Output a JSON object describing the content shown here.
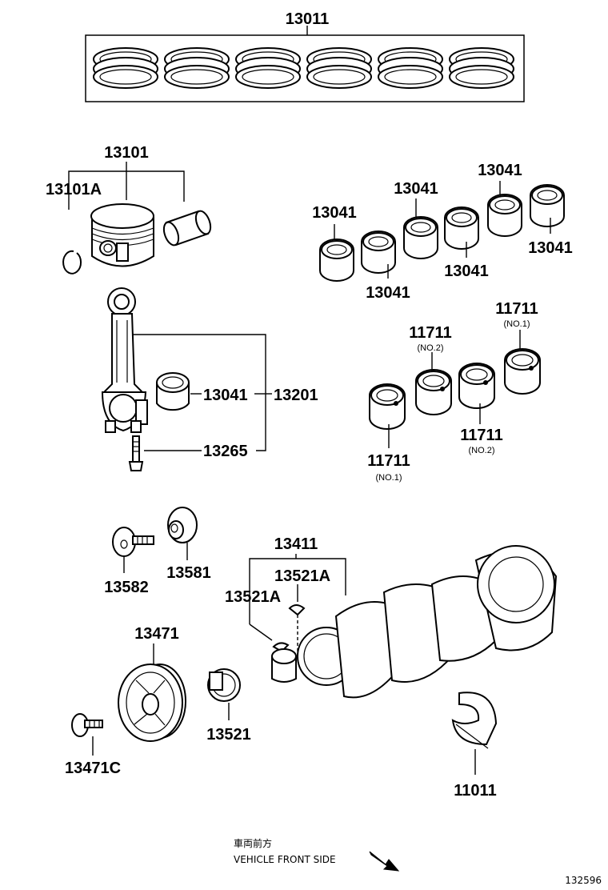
{
  "labels": {
    "rings": "13011",
    "piston": "13101",
    "snap_ring": "13101A",
    "bearing_top_1": "13041",
    "bearing_top_2": "13041",
    "bearing_top_3": "13041",
    "bearing_top_4": "13041",
    "bearing_top_5": "13041",
    "bearing_top_6": "13041",
    "main_bearing_no1_left": "11711",
    "main_bearing_no1_left_sub": "(NO.1)",
    "main_bearing_no2_left": "11711",
    "main_bearing_no2_left_sub": "(NO.2)",
    "main_bearing_no2_right": "11711",
    "main_bearing_no2_right_sub": "(NO.2)",
    "main_bearing_no1_right": "11711",
    "main_bearing_no1_right_sub": "(NO.1)",
    "rod_bearing": "13041",
    "connecting_rod": "13201",
    "rod_bolt": "13265",
    "plug_bolt": "13582",
    "plug": "13581",
    "crankshaft": "13411",
    "key_left": "13521A",
    "key_right": "13521A",
    "pulley": "13471",
    "pulley_bolt": "13471C",
    "timing_gear": "13521",
    "thrust_washer": "11011"
  },
  "footer": {
    "japanese": "車両前方",
    "vehicle_front": "VEHICLE FRONT SIDE",
    "figure_number": "132596"
  }
}
